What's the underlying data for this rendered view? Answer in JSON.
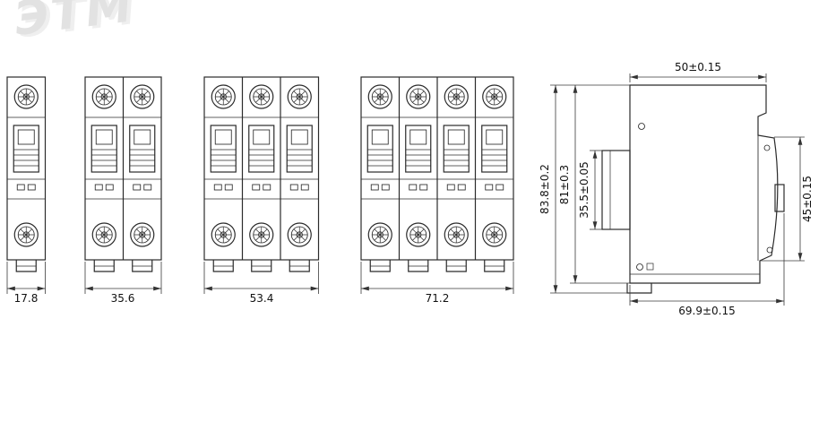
{
  "watermark": {
    "text": "ЭТМ"
  },
  "front_views": [
    {
      "width": "17.8"
    },
    {
      "width": "35.6"
    },
    {
      "width": "53.4"
    },
    {
      "width": "71.2"
    }
  ],
  "side_view": {
    "dim_depth_top": "50±0.15",
    "dim_height_total": "83.8±0.2",
    "dim_height_body": "81±0.3",
    "dim_rail_height": "35.5±0.05",
    "dim_front_height": "45±0.15",
    "dim_depth_total": "69.9±0.15"
  }
}
